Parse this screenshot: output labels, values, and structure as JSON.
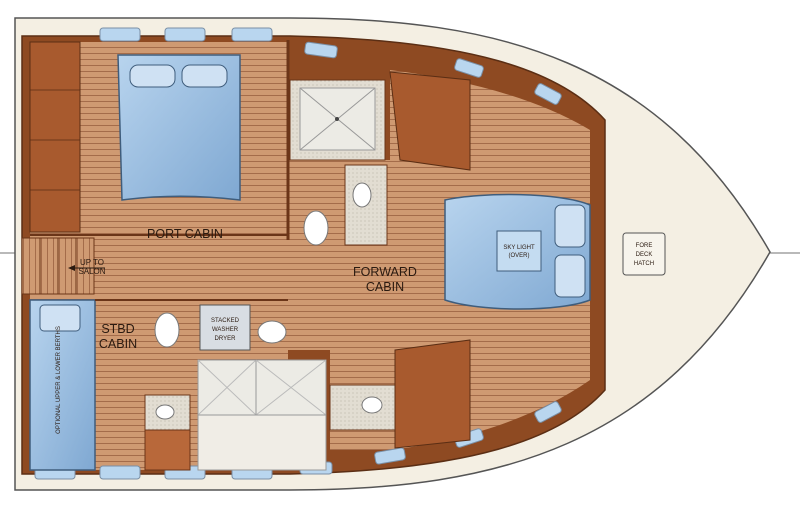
{
  "labels": {
    "port_cabin": "PORT CABIN",
    "up_to_salon_1": "UP TO",
    "up_to_salon_2": "SALON",
    "forward_cabin_1": "FORWARD",
    "forward_cabin_2": "CABIN",
    "sky_light_1": "SKY LIGHT",
    "sky_light_2": "(OVER)",
    "fore_deck_hatch_1": "FORE",
    "fore_deck_hatch_2": "DECK",
    "fore_deck_hatch_3": "HATCH",
    "stbd_cabin_1": "STBD",
    "stbd_cabin_2": "CABIN",
    "washer_1": "STACKED",
    "washer_2": "WASHER",
    "washer_3": "DRYER",
    "berths": "OPTIONAL UPPER & LOWER BERTHS"
  },
  "colors": {
    "deck": "#f4efe3",
    "wood_dark": "#8e4a22",
    "wood": "#b8683a",
    "teak_floor": "#cf9a72",
    "bed_blue": "#9cc0e2",
    "window_blue": "#b9d6ef",
    "counter": "#d9d2c4"
  }
}
